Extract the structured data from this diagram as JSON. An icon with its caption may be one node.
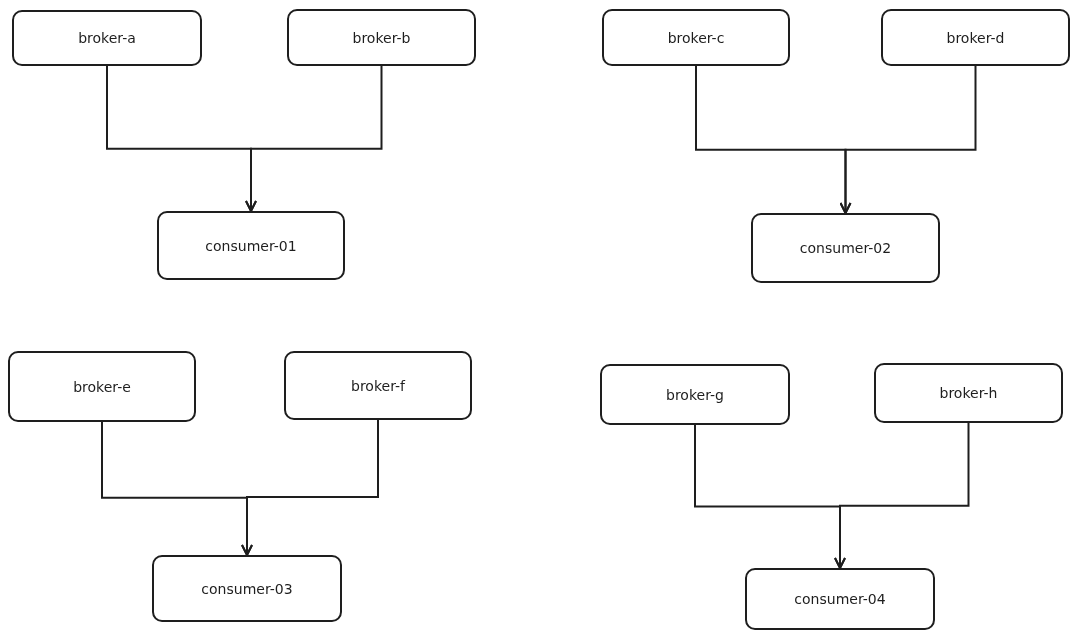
{
  "diagram": {
    "nodes": [
      {
        "text": [
          "broker-a"
        ]
      },
      {
        "text": [
          "broker-b"
        ]
      },
      {
        "text": [
          "consumer-01"
        ]
      },
      {
        "text": [
          "broker-c"
        ]
      },
      {
        "text": [
          "broker-d"
        ]
      },
      {
        "text": [
          "consumer-02"
        ]
      },
      {
        "text": [
          "broker-e"
        ]
      },
      {
        "text": [
          "broker-f"
        ]
      },
      {
        "text": [
          "consumer-03"
        ]
      },
      {
        "text": [
          "broker-g"
        ]
      },
      {
        "text": [
          "broker-h"
        ]
      },
      {
        "text": [
          "consumer-04"
        ]
      }
    ],
    "edges": [
      {
        "from": 0,
        "to": 2,
        "arrow": "to"
      },
      {
        "from": 1,
        "to": 2,
        "arrow": "to"
      },
      {
        "from": 3,
        "to": 5,
        "arrow": "to"
      },
      {
        "from": 4,
        "to": 5,
        "arrow": "to"
      },
      {
        "from": 6,
        "to": 8,
        "arrow": "to"
      },
      {
        "from": 7,
        "to": 8,
        "arrow": "to"
      },
      {
        "from": 9,
        "to": 11,
        "arrow": "to"
      },
      {
        "from": 10,
        "to": 11,
        "arrow": "to"
      }
    ]
  }
}
